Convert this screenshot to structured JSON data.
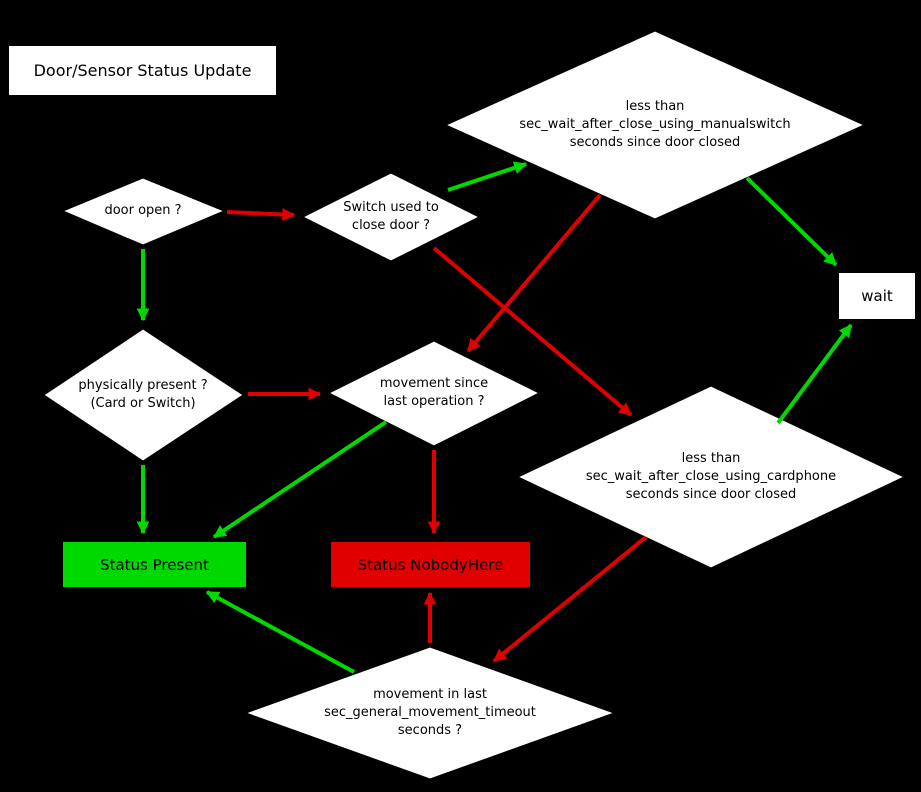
{
  "title": "Door/Sensor Status Update",
  "colors": {
    "background": "#000000",
    "node_fill": "#ffffff",
    "text": "#000000",
    "green": "#00d900",
    "red": "#e00000",
    "status_present_fill": "#00d900",
    "status_nobodyhere_fill": "#e00000"
  },
  "nodes": {
    "door_open": {
      "shape": "diamond",
      "label": "door open ?"
    },
    "switch_used": {
      "shape": "diamond",
      "label": "Switch used to\nclose door ?"
    },
    "wait_manualswitch": {
      "shape": "diamond",
      "label": "less than\nsec_wait_after_close_using_manualswitch\nseconds since door closed"
    },
    "physically_present": {
      "shape": "diamond",
      "label": "physically present ?\n(Card or Switch)"
    },
    "movement_since": {
      "shape": "diamond",
      "label": "movement since\nlast operation ?"
    },
    "wait_cardphone": {
      "shape": "diamond",
      "label": "less than\nsec_wait_after_close_using_cardphone\nseconds since door closed"
    },
    "movement_timeout": {
      "shape": "diamond",
      "label": "movement in last\nsec_general_movement_timeout\nseconds ?"
    },
    "wait": {
      "shape": "box",
      "label": "wait"
    },
    "status_present": {
      "shape": "box",
      "label": "Status Present"
    },
    "status_nobodyhere": {
      "shape": "box",
      "label": "Status NobodyHere"
    }
  },
  "edges": [
    {
      "from": "door_open",
      "to": "switch_used",
      "color": "red"
    },
    {
      "from": "door_open",
      "to": "physically_present",
      "color": "green"
    },
    {
      "from": "switch_used",
      "to": "wait_manualswitch",
      "color": "green"
    },
    {
      "from": "switch_used",
      "to": "wait_cardphone",
      "color": "red"
    },
    {
      "from": "wait_manualswitch",
      "to": "wait",
      "color": "green"
    },
    {
      "from": "wait_manualswitch",
      "to": "movement_since",
      "color": "red"
    },
    {
      "from": "physically_present",
      "to": "movement_since",
      "color": "red"
    },
    {
      "from": "physically_present",
      "to": "status_present",
      "color": "green"
    },
    {
      "from": "movement_since",
      "to": "status_present",
      "color": "green"
    },
    {
      "from": "movement_since",
      "to": "status_nobodyhere",
      "color": "red"
    },
    {
      "from": "wait_cardphone",
      "to": "wait",
      "color": "green"
    },
    {
      "from": "wait_cardphone",
      "to": "movement_timeout",
      "color": "red"
    },
    {
      "from": "movement_timeout",
      "to": "status_present",
      "color": "green"
    },
    {
      "from": "movement_timeout",
      "to": "status_nobodyhere",
      "color": "red"
    }
  ]
}
